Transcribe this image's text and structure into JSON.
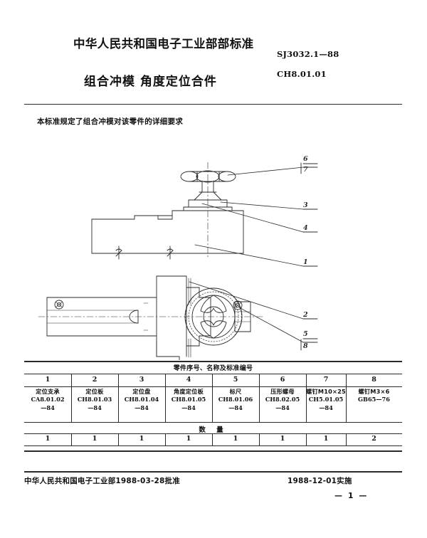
{
  "document": {
    "organization": "中华人民共和国电子工业部部标准",
    "standard_number": "SJ3032.1—88",
    "standard_code": "CH8.01.01",
    "title": "组合冲模    角度定位合件",
    "scope_text": "本标准规定了组合冲模对该零件的详细要求"
  },
  "drawing": {
    "callouts": [
      {
        "id": "c6",
        "label": "6"
      },
      {
        "id": "c7",
        "label": "7"
      },
      {
        "id": "c3",
        "label": "3"
      },
      {
        "id": "c4",
        "label": "4"
      },
      {
        "id": "c1",
        "label": "1"
      },
      {
        "id": "c2",
        "label": "2"
      },
      {
        "id": "c5",
        "label": "5"
      },
      {
        "id": "c8",
        "label": "8"
      }
    ]
  },
  "parts_table": {
    "caption": "零件序号、名称及标准编号",
    "quantity_caption": "数 量",
    "indices": [
      "1",
      "2",
      "3",
      "4",
      "5",
      "6",
      "7",
      "8"
    ],
    "parts": [
      {
        "index": "1",
        "name": "定位支承",
        "code": "CA8.01.02",
        "year": "—84"
      },
      {
        "index": "2",
        "name": "定位板",
        "code": "CH8.01.03",
        "year": "—84"
      },
      {
        "index": "3",
        "name": "定位盘",
        "code": "CH8.01.04",
        "year": "—84"
      },
      {
        "index": "4",
        "name": "角度定位板",
        "code": "CH8.01.05",
        "year": "—84"
      },
      {
        "index": "5",
        "name": "标尺",
        "code": "CH8.01.06",
        "year": "—84"
      },
      {
        "index": "6",
        "name": "压形螺母",
        "code": "CH8.02.05",
        "year": "—84"
      },
      {
        "index": "7",
        "name": "螺钉M10×25",
        "code": "CH5.01.05",
        "year": "—84"
      },
      {
        "index": "8",
        "name": "螺钉M3×6",
        "code": "GB65—76",
        "year": ""
      }
    ],
    "quantities": [
      "1",
      "1",
      "1",
      "1",
      "1",
      "1",
      "1",
      "2"
    ]
  },
  "footer": {
    "approval": "中华人民共和国电子工业部1988-03-28批准",
    "effective": "1988-12-01实施",
    "page": "— 1 —"
  },
  "colors": {
    "ink": "#2a2a2a",
    "paper": "#ffffff"
  }
}
